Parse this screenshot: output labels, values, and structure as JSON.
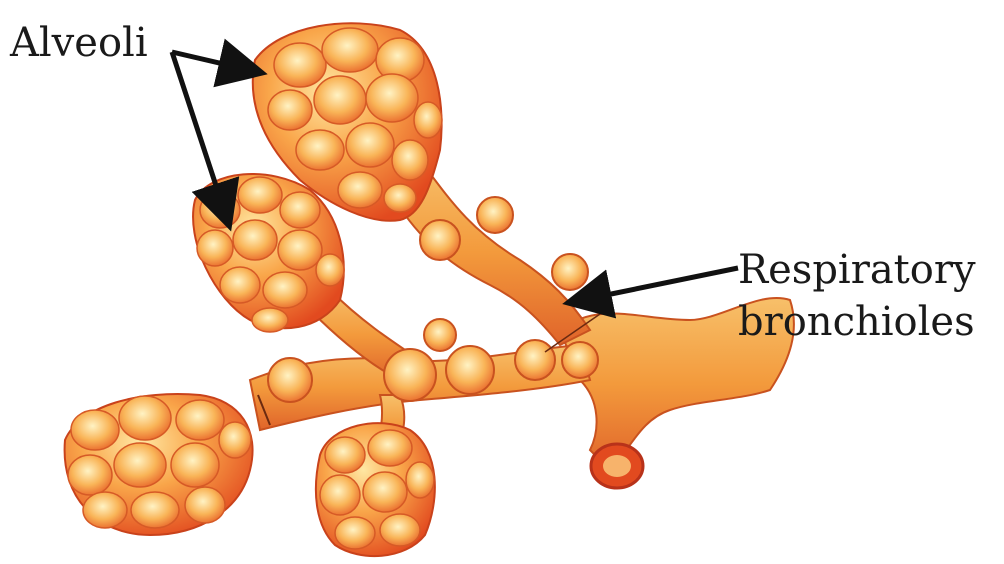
{
  "labels": {
    "alveoli": "Alveoli",
    "respiratory_line1": "Respiratory",
    "respiratory_line2": "bronchioles"
  },
  "colors": {
    "tissue_dark": "#e2451f",
    "tissue_mid": "#f28a2e",
    "tissue_light": "#ffd98a",
    "highlight": "#fff3c4",
    "outline": "#b8321a",
    "arrow": "#111111"
  }
}
